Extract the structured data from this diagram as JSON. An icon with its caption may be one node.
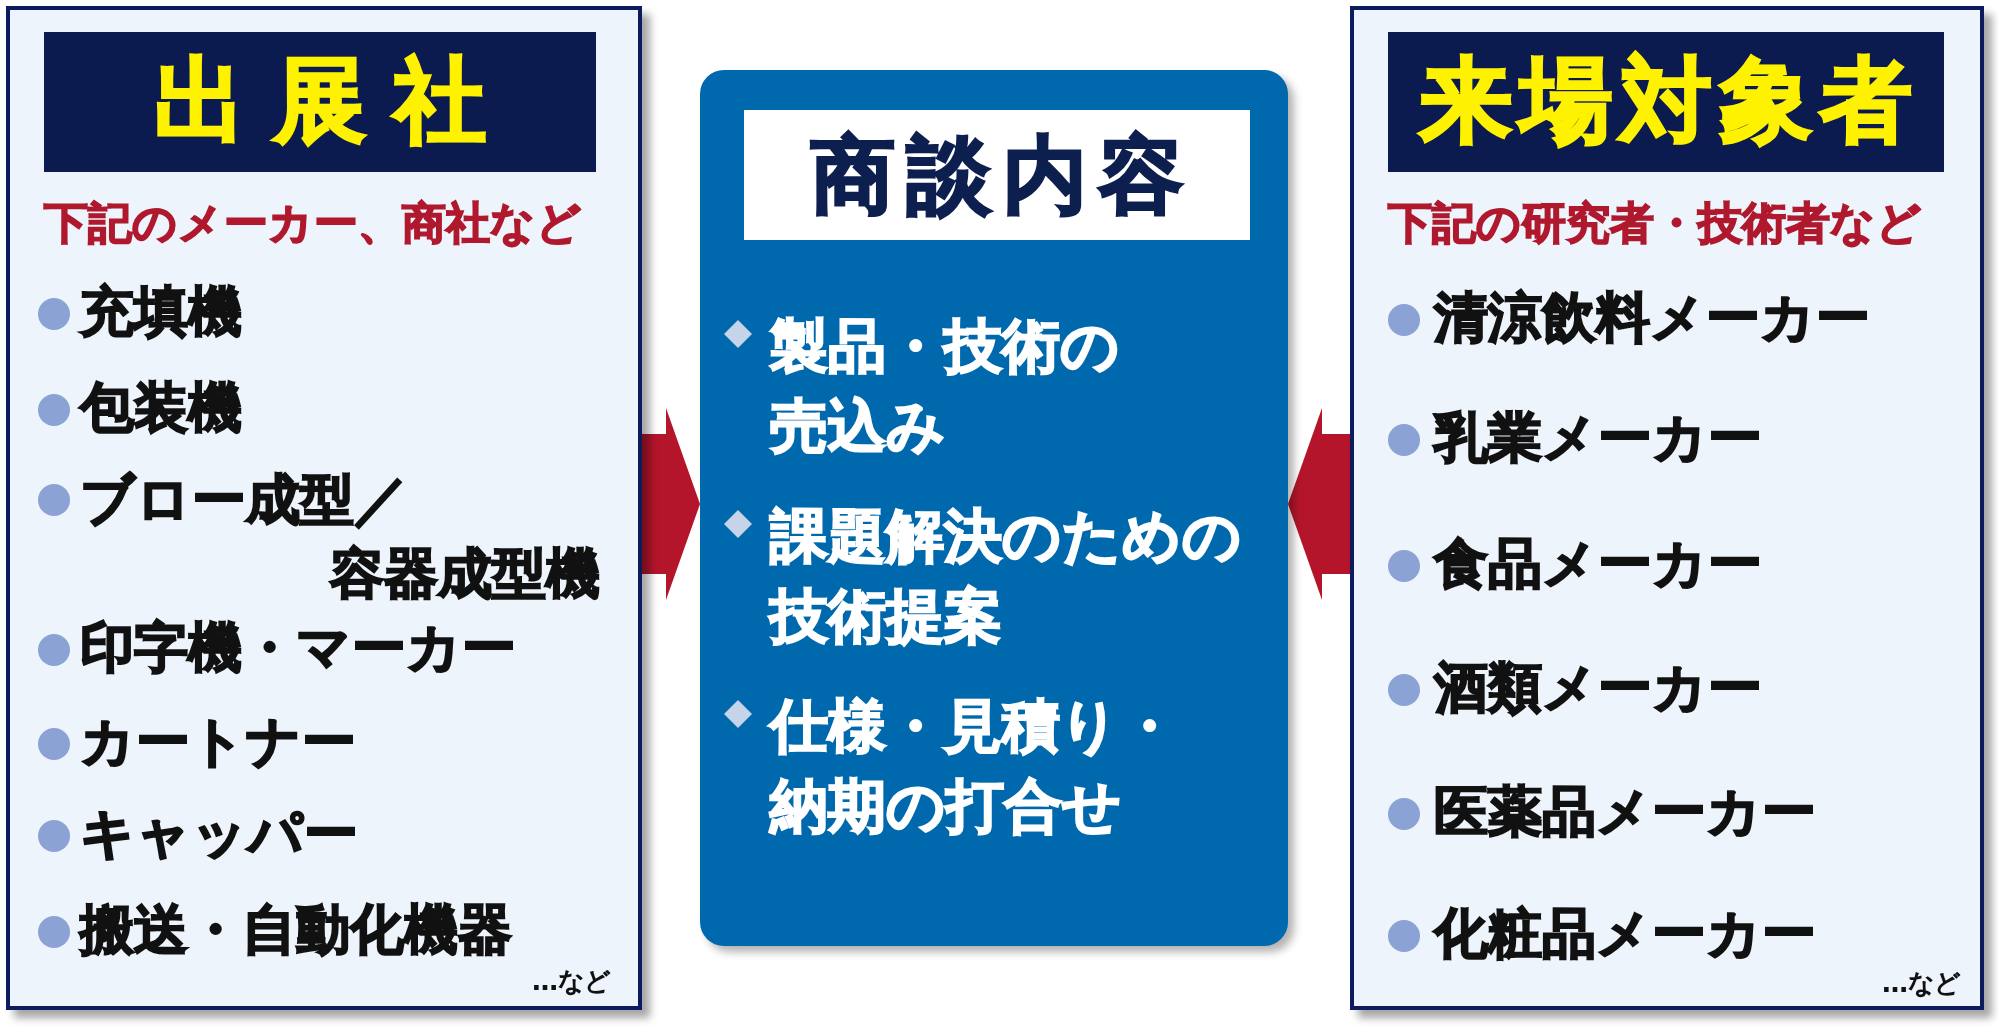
{
  "diagram": {
    "nodes": [
      {
        "text": [
          "下記のメーカー、商社など",
          "充填機",
          "包装機",
          "ブロー成型／容器成型機",
          "印字機・マーカー",
          "カートナー",
          "キャッパー",
          "搬送・自動化機器",
          "…など"
        ]
      },
      {
        "text": [
          "出展社"
        ],
        "in": 0
      },
      {
        "text": [
          "製品・技術の売込み",
          "課題解決のための技術提案",
          "仕様・見積り・納期の打合せ"
        ]
      },
      {
        "text": [
          "商談内容"
        ],
        "in": 2
      },
      {
        "text": [
          "下記の研究者・技術者など",
          "清涼飲料メーカー",
          "乳業メーカー",
          "食品メーカー",
          "酒類メーカー",
          "医薬品メーカー",
          "化粧品メーカー",
          "…など"
        ]
      },
      {
        "text": [
          "来場対象者"
        ],
        "in": 4
      }
    ],
    "edges": [
      {
        "from": 0,
        "to": 2,
        "arrow": "to"
      },
      {
        "from": 4,
        "to": 2,
        "arrow": "to"
      }
    ]
  }
}
